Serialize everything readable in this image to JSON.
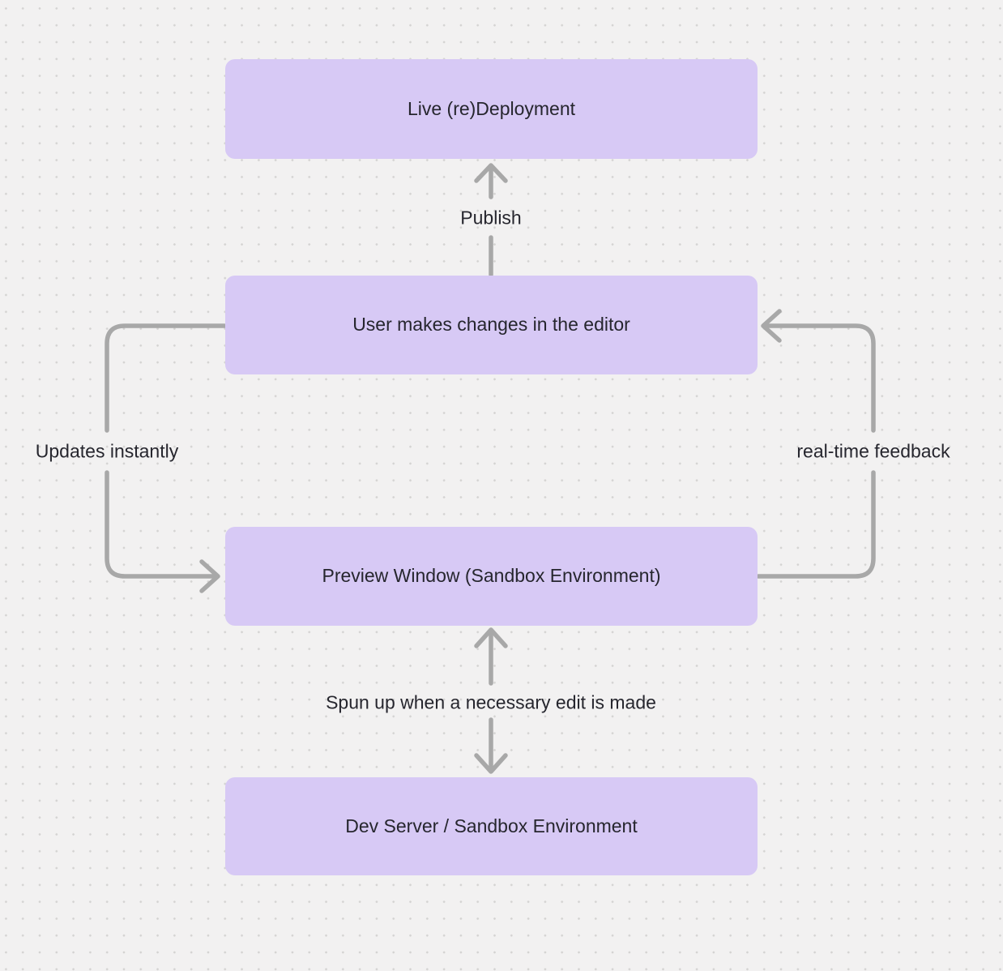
{
  "colors": {
    "background": "#f2f1f1",
    "dot": "#d4d3d2",
    "node_fill": "#d7c9f5",
    "text": "#26262e",
    "arrow": "#a8a8a8"
  },
  "diagram": {
    "nodes": [
      {
        "id": "live-deployment",
        "label": "Live (re)Deployment"
      },
      {
        "id": "editor-changes",
        "label": "User makes changes in the editor"
      },
      {
        "id": "preview-window",
        "label": "Preview Window (Sandbox Environment)"
      },
      {
        "id": "dev-server",
        "label": "Dev Server / Sandbox Environment"
      }
    ],
    "edges": [
      {
        "from": "editor-changes",
        "to": "live-deployment",
        "label": "Publish",
        "direction": "up"
      },
      {
        "from": "editor-changes",
        "to": "preview-window",
        "label": "Updates instantly",
        "side": "left",
        "direction": "down"
      },
      {
        "from": "preview-window",
        "to": "editor-changes",
        "label": "real-time feedback",
        "side": "right",
        "direction": "up"
      },
      {
        "from": "preview-window",
        "to": "dev-server",
        "label": "Spun up when a necessary edit is made",
        "direction": "bidirectional"
      }
    ]
  }
}
